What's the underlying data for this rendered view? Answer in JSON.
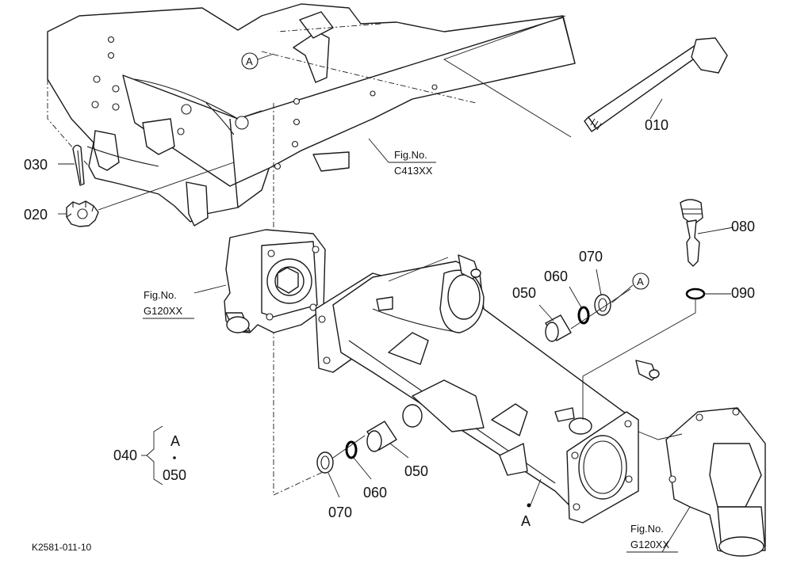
{
  "parts": {
    "p010": "010",
    "p020": "020",
    "p030": "030",
    "p040": "040",
    "p050a": "050",
    "p050b": "050",
    "p060a": "060",
    "p060b": "060",
    "p070a": "070",
    "p070b": "070",
    "p080": "080",
    "p090": "090"
  },
  "refs": {
    "fig_label": "Fig.No.",
    "fig_c413": "C413XX",
    "fig_g120_left": "G120XX",
    "fig_g120_right": "G120XX"
  },
  "callouts": {
    "a_circle_top": "A",
    "a_circle_right": "A",
    "a_bottom": "A",
    "a_bracket": "A",
    "bracket_050": "050"
  },
  "diagram_id": "K2581-011-10"
}
